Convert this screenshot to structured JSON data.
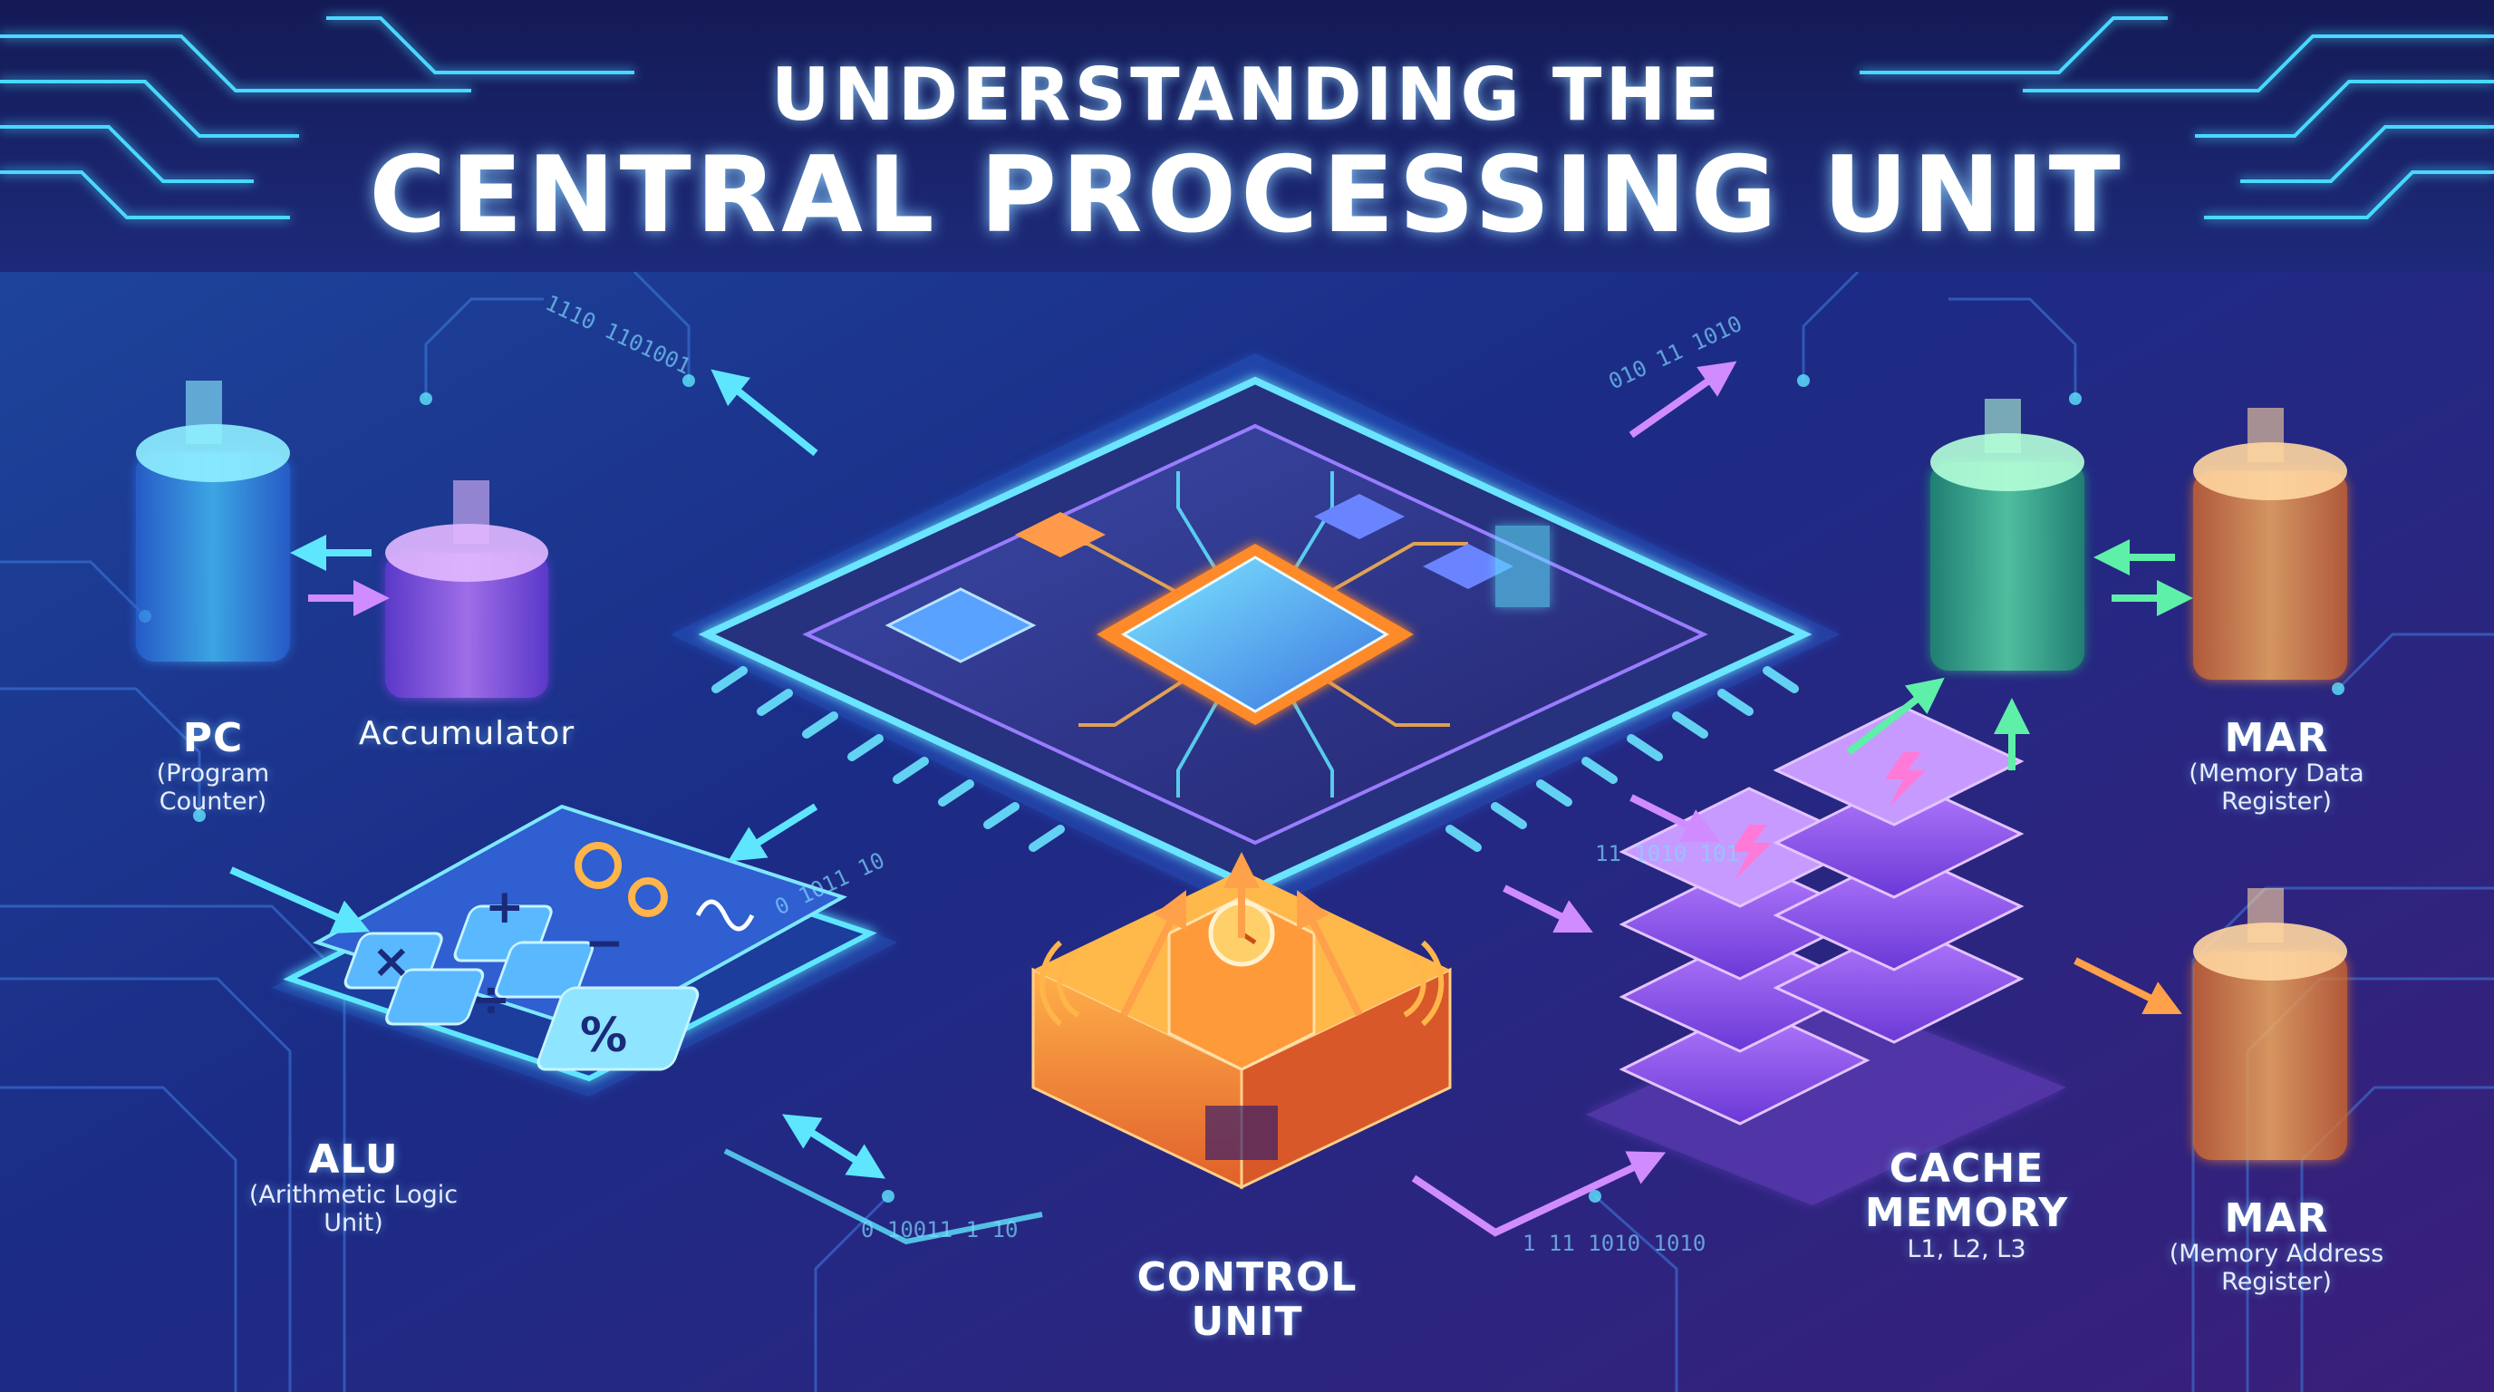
{
  "title": {
    "line1": "UNDERSTANDING THE",
    "line2": "CENTRAL PROCESSING UNIT"
  },
  "components": {
    "pc": {
      "name": "PC",
      "detail_line1": "(Program",
      "detail_line2": "Counter)"
    },
    "accumulator": {
      "name": "Accumulator"
    },
    "alu": {
      "name": "ALU",
      "detail_line1": "(Arithmetic Logic",
      "detail_line2": "Unit)",
      "keys": [
        "+",
        "−",
        "×",
        "÷",
        "%"
      ]
    },
    "control_unit": {
      "name_line1": "CONTROL",
      "name_line2": "UNIT"
    },
    "cache": {
      "name_line1": "CACHE",
      "name_line2": "MEMORY",
      "levels": "L1, L2, L3"
    },
    "mdr": {
      "name": "MAR",
      "detail_line1": "(Memory Data",
      "detail_line2": "Register)"
    },
    "mar": {
      "name": "MAR",
      "detail_line1": "(Memory Address",
      "detail_line2": "Register)"
    }
  },
  "binary_streams": [
    "1110 1101001",
    "010 11 1010",
    "1 11 1010 1010",
    "0 10011 1 10",
    "11 1010 101",
    "0 1011 10"
  ],
  "colors": {
    "background": "#1b2470",
    "cyan": "#3ee6ff",
    "purple": "#a45cff",
    "green": "#3cf0a0",
    "orange": "#ff8a2a",
    "blue": "#3a8cff"
  }
}
